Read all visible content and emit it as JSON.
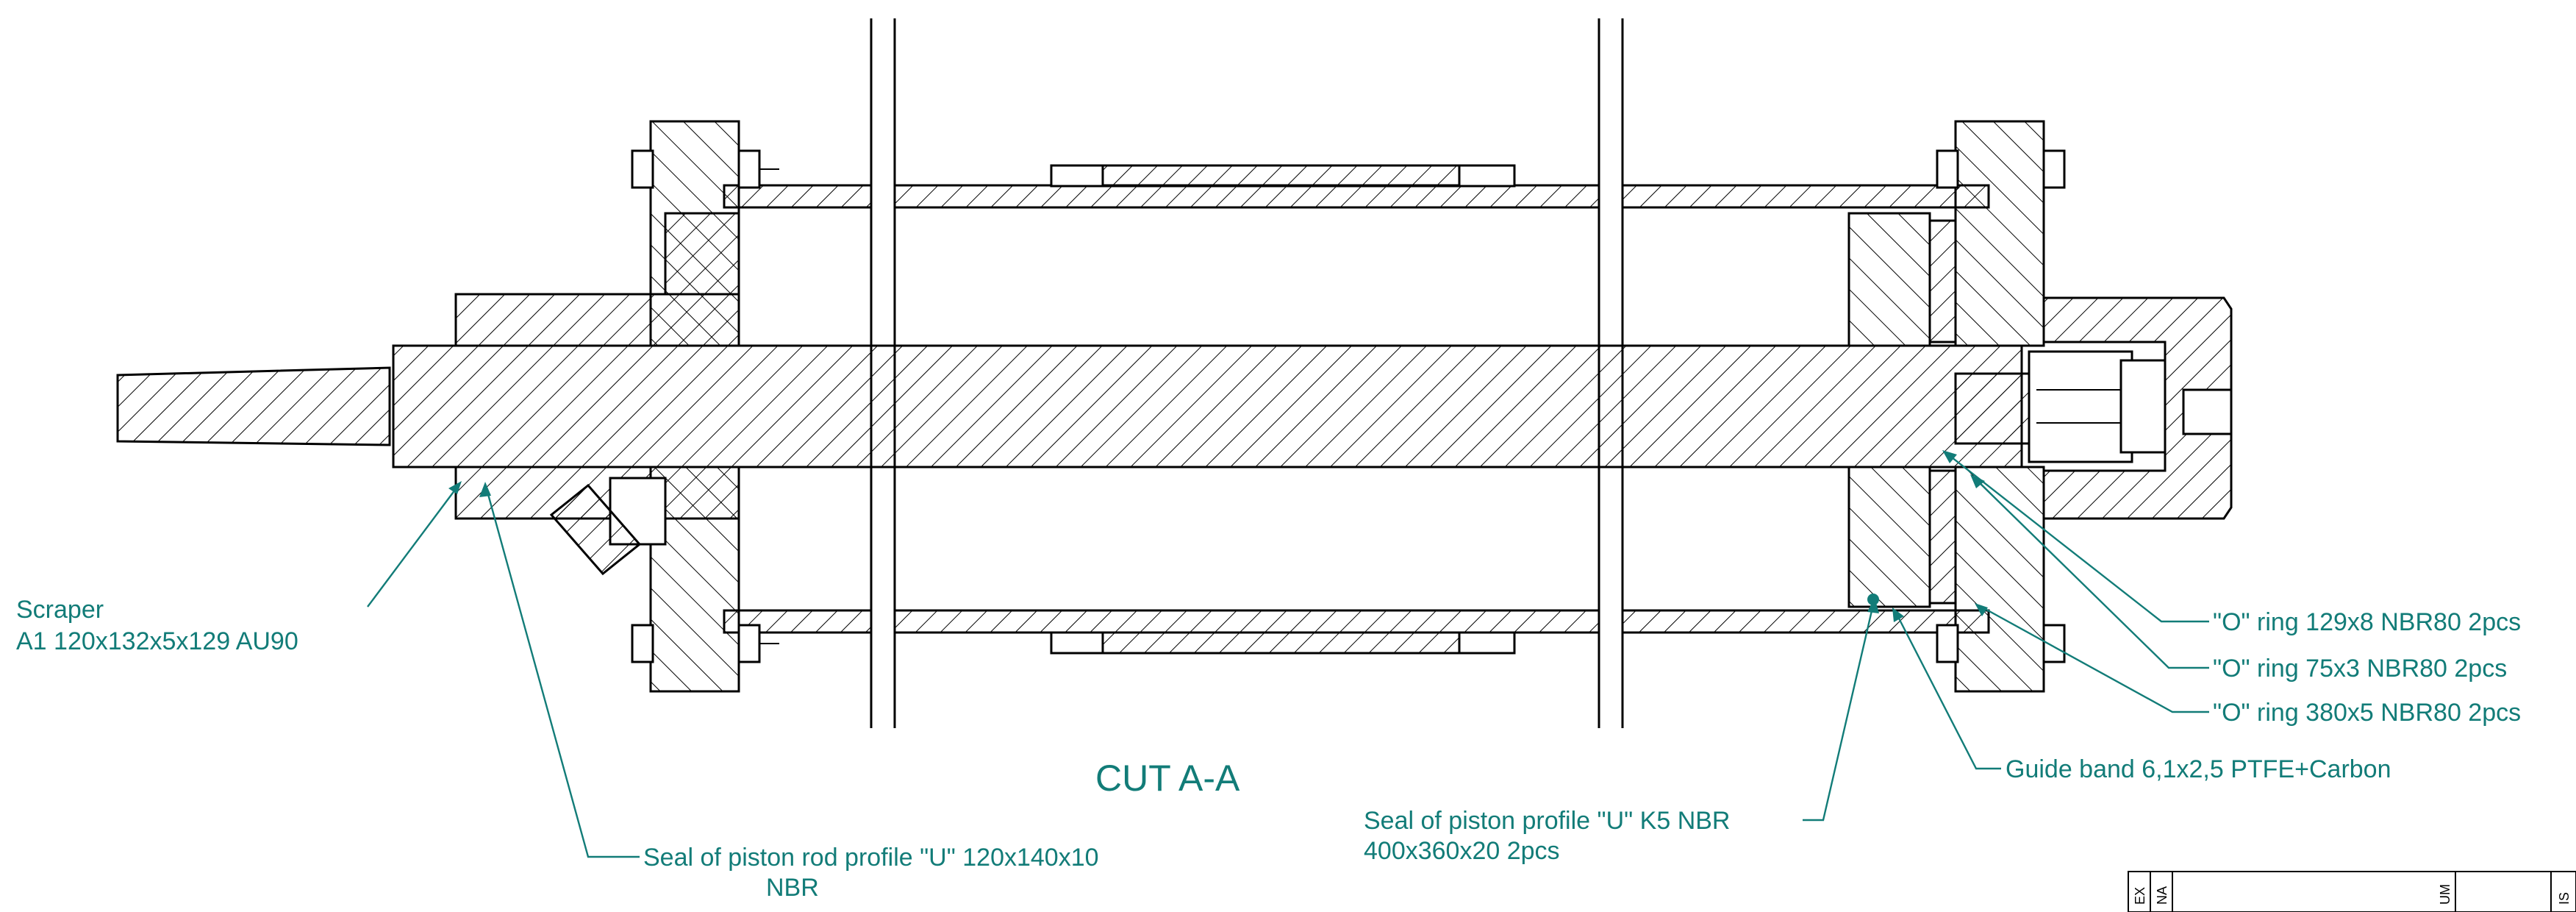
{
  "diagram": {
    "title": "CUT A-A",
    "colors": {
      "label": "#127c78",
      "outline": "#000000",
      "background": "#ffffff"
    },
    "labels": {
      "scraper_line1": "Scraper",
      "scraper_line2": "A1 120x132x5x129  AU90",
      "rod_seal_line1": "Seal of piston rod profile  \"U\" 120x140x10",
      "rod_seal_line2": "NBR",
      "piston_seal_line1": "Seal of piston profile \"U\"  K5 NBR",
      "piston_seal_line2": "400x360x20  2pcs",
      "oring_1": "\"O\" ring 129x8 NBR80  2pcs",
      "oring_2": "\"O\" ring 75x3 NBR80  2pcs",
      "oring_3": "\"O\" ring 380x5 NBR80  2pcs",
      "guide_band": "Guide band 6,1x2,5 PTFE+Carbon"
    },
    "title_block": {
      "col1": "EX",
      "col2": "NA",
      "col3": "UM",
      "col4": "IS"
    }
  }
}
